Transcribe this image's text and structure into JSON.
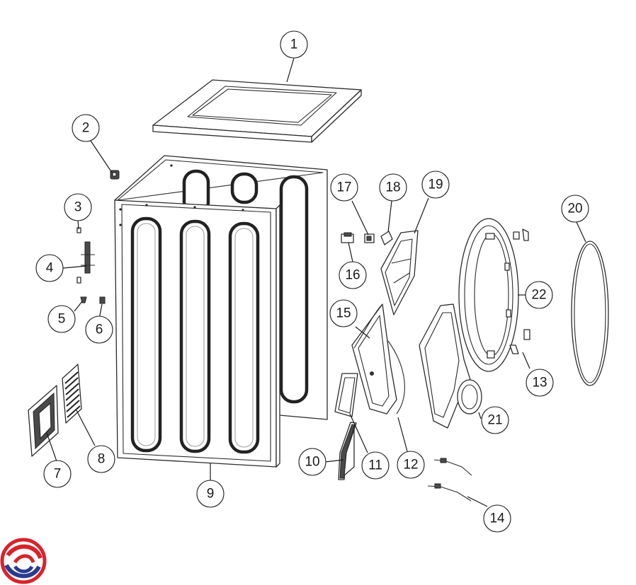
{
  "callouts": [
    {
      "label": "1"
    },
    {
      "label": "2"
    },
    {
      "label": "3"
    },
    {
      "label": "4"
    },
    {
      "label": "5"
    },
    {
      "label": "6"
    },
    {
      "label": "7"
    },
    {
      "label": "8"
    },
    {
      "label": "9"
    },
    {
      "label": "10"
    },
    {
      "label": "11"
    },
    {
      "label": "12"
    },
    {
      "label": "13"
    },
    {
      "label": "14"
    },
    {
      "label": "15"
    },
    {
      "label": "16"
    },
    {
      "label": "17"
    },
    {
      "label": "18"
    },
    {
      "label": "19"
    },
    {
      "label": "20"
    },
    {
      "label": "21"
    },
    {
      "label": "22"
    }
  ],
  "colors": {
    "line": "#2b2b2b",
    "logo_red": "#d8232a",
    "logo_blue": "#2a3b8f"
  },
  "logo": {
    "icon": "brand-swirl-logo"
  }
}
